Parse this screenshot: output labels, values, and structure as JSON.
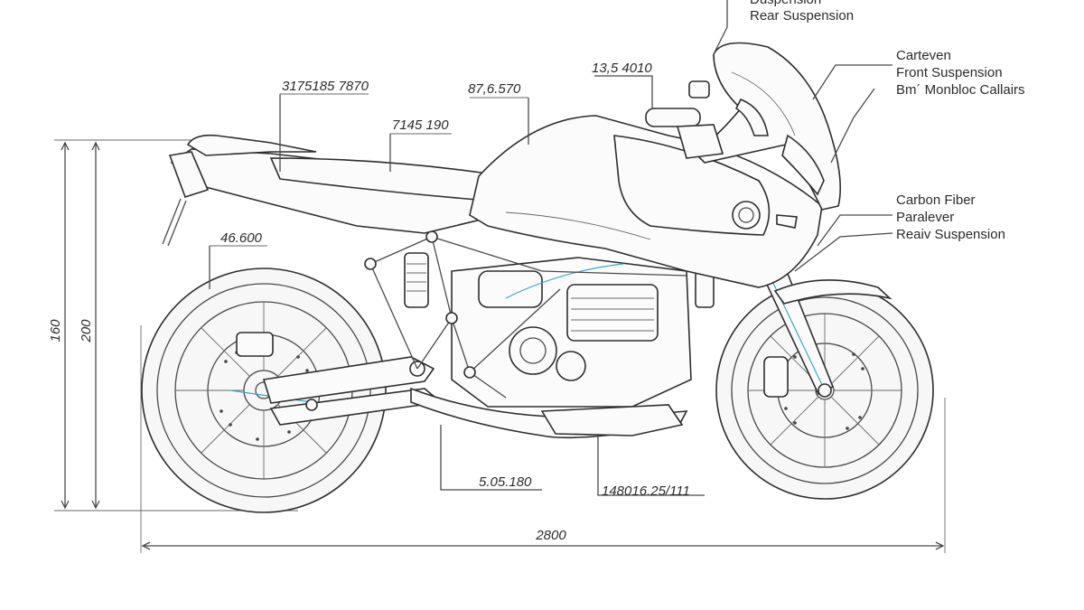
{
  "callouts": {
    "top_cut": "Duspension",
    "rear_suspension_top": "Rear Suspension",
    "carteven": "Carteven",
    "front_suspension": "Front Suspension",
    "monobloc": "Bm´ Monbloc Callairs",
    "carbon_fiber": "Carbon Fiber",
    "paralever": "Paralever",
    "rear_suspension_right": "Reaiv Suspension"
  },
  "dimensions": {
    "d1": "3175185 7870",
    "d2": "87,6.570",
    "d3": "13,5 4010",
    "d4": "7145 190",
    "d5": "46.600",
    "d6": "5.05.180",
    "d7": "148016.25/111",
    "height_outer": "160",
    "height_inner": "200",
    "length_total": "2800"
  },
  "colors": {
    "line": "#2e2e2e",
    "accent": "#3aa7c6"
  }
}
